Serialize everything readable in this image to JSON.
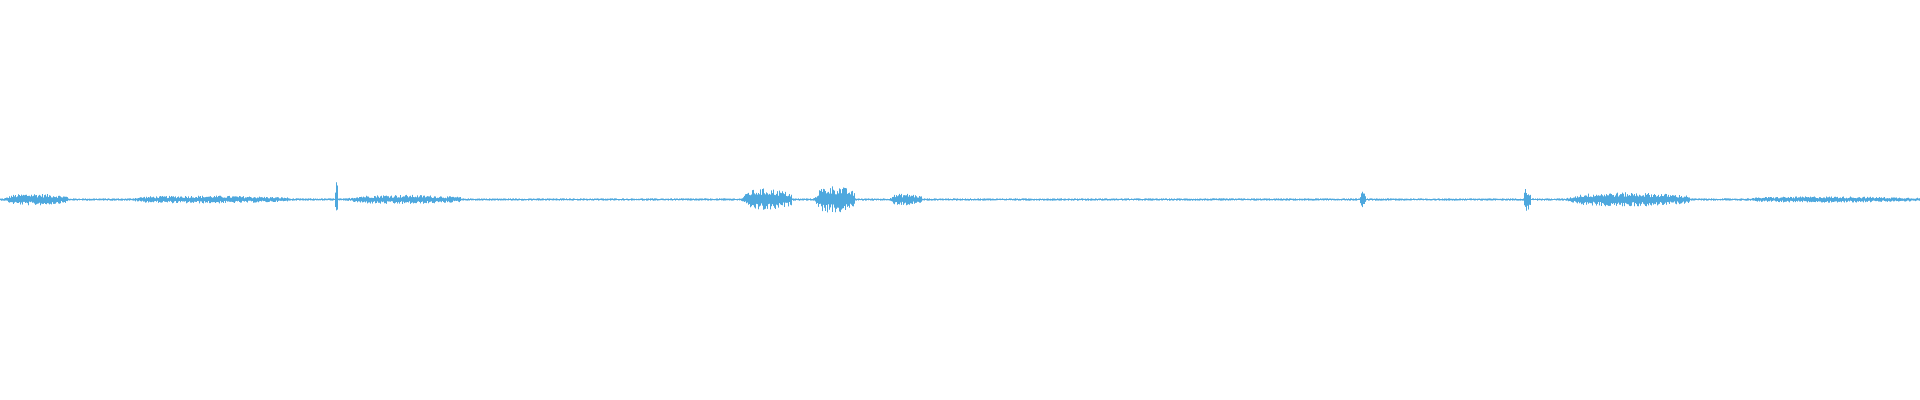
{
  "waveform": {
    "color": "#4ea8de",
    "segments": [
      {
        "start": 0.0,
        "end": 0.035,
        "amplitude": 0.015
      },
      {
        "start": 0.06,
        "end": 0.15,
        "amplitude": 0.01
      },
      {
        "start": 0.174,
        "end": 0.176,
        "amplitude": 0.05
      },
      {
        "start": 0.176,
        "end": 0.24,
        "amplitude": 0.012
      },
      {
        "start": 0.385,
        "end": 0.412,
        "amplitude": 0.028
      },
      {
        "start": 0.423,
        "end": 0.445,
        "amplitude": 0.035
      },
      {
        "start": 0.462,
        "end": 0.48,
        "amplitude": 0.015
      },
      {
        "start": 0.708,
        "end": 0.711,
        "amplitude": 0.02
      },
      {
        "start": 0.793,
        "end": 0.797,
        "amplitude": 0.03
      },
      {
        "start": 0.812,
        "end": 0.88,
        "amplitude": 0.018
      },
      {
        "start": 0.9,
        "end": 1.0,
        "amplitude": 0.008
      }
    ],
    "baseline_noise": 0.003
  }
}
